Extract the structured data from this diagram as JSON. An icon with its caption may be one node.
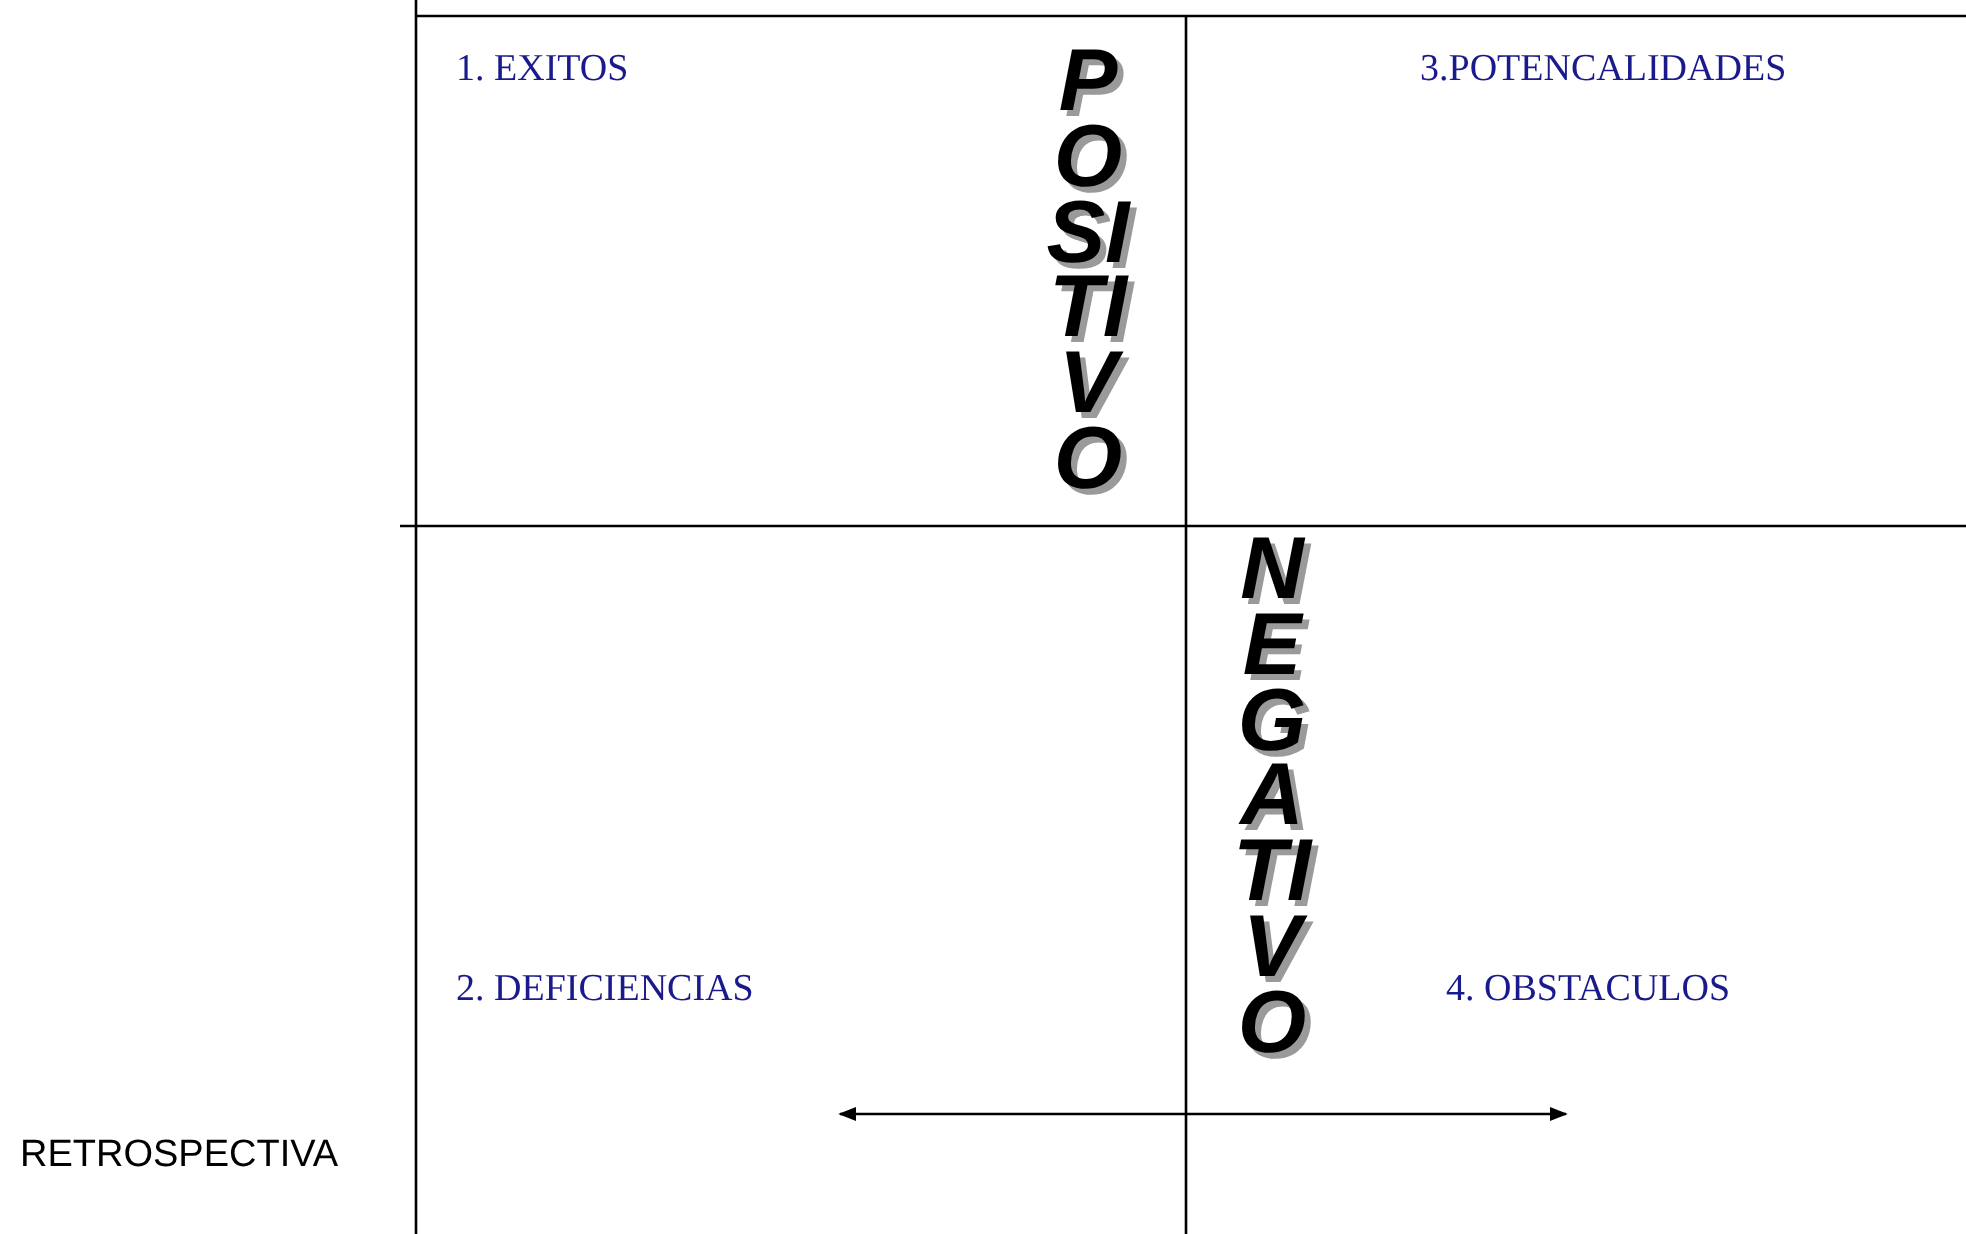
{
  "diagram": {
    "labels": [
      "1. EXITOS",
      "3.POTENCALIDADES",
      "POSITIVO",
      "NEGATIVO",
      "2. DEFICIENCIAS",
      "4. OBSTACULOS",
      "RETROSPECTIVA"
    ]
  }
}
